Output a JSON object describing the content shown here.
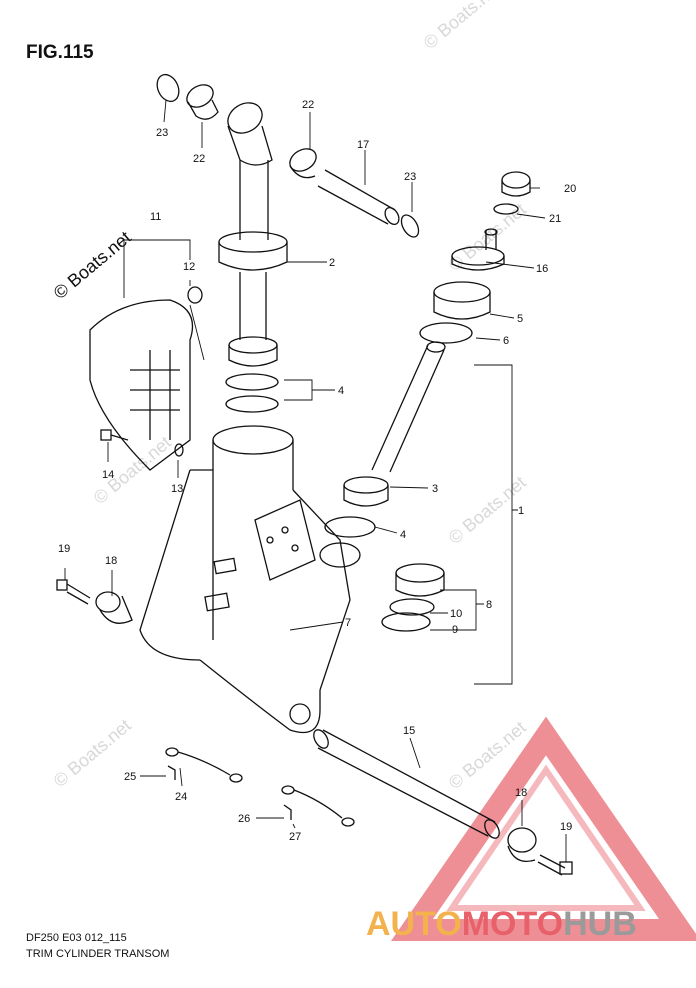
{
  "header": {
    "figure_label": "FIG.115"
  },
  "footer": {
    "code": "DF250 E03 012_115",
    "description": "TRIM CYLINDER TRANSOM"
  },
  "watermark": {
    "text": "© Boats.net"
  },
  "logo": {
    "part_a": "AUTO",
    "part_b": "MOTO",
    "part_c": "HUB",
    "colors": {
      "auto": "#f4b24c",
      "moto": "#e8606a",
      "hub": "#9a9a9a"
    }
  },
  "callouts": {
    "c1": "1",
    "c2": "2",
    "c3": "3",
    "c4a": "4",
    "c4b": "4",
    "c5": "5",
    "c6": "6",
    "c7": "7",
    "c8": "8",
    "c9": "9",
    "c10": "10",
    "c11": "11",
    "c12": "12",
    "c13": "13",
    "c14": "14",
    "c15": "15",
    "c16": "16",
    "c17": "17",
    "c18a": "18",
    "c18b": "18",
    "c19a": "19",
    "c19b": "19",
    "c20": "20",
    "c21": "21",
    "c22a": "22",
    "c22b": "22",
    "c23a": "23",
    "c23b": "23",
    "c24": "24",
    "c25": "25",
    "c26": "26",
    "c27": "27"
  }
}
